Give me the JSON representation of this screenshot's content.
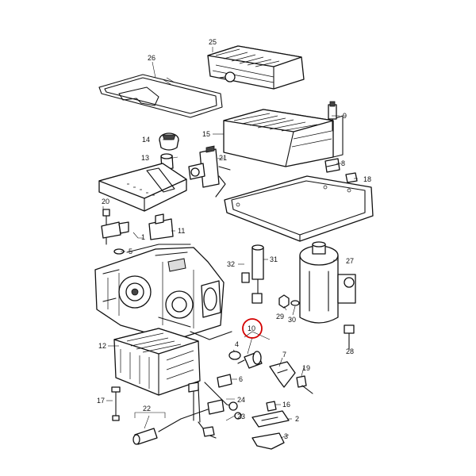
{
  "diagram": {
    "callouts": [
      "1",
      "2",
      "3",
      "4",
      "5",
      "6",
      "7",
      "8",
      "9",
      "10",
      "11",
      "12",
      "13",
      "14",
      "15",
      "16",
      "17",
      "18",
      "19",
      "20",
      "21",
      "22",
      "23",
      "24",
      "25",
      "26",
      "27",
      "28",
      "29",
      "30",
      "31",
      "32"
    ],
    "highlighted_callout": "10",
    "colors": {
      "highlight": "#d40000",
      "line": "#111111",
      "background": "#ffffff"
    }
  }
}
